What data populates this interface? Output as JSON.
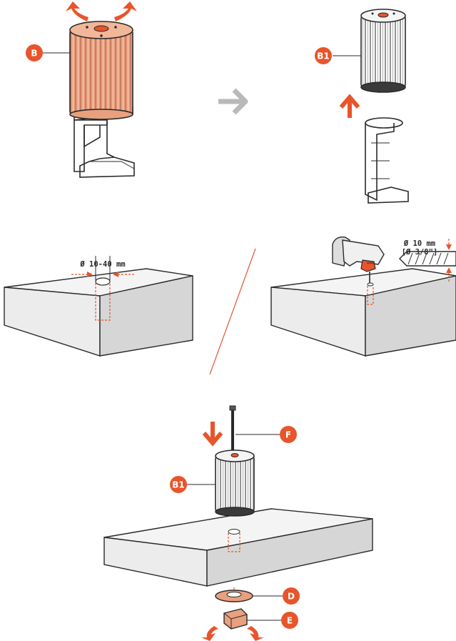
{
  "colors": {
    "accent": "#e8542b",
    "knob_fill": "#e9a07f",
    "knob_ridge": "#b8694a",
    "gray_arrow": "#b9b9b9",
    "slab_top": "#f2f2f2",
    "slab_side": "#d9d9d9",
    "outline": "#2a2a2a"
  },
  "labels": {
    "b": "B",
    "b1_top": "B1",
    "b1_bottom": "B1",
    "f": "F",
    "d": "D",
    "e": "E"
  },
  "dimensions": {
    "hole_range": "Ø 10-40 mm",
    "drill_metric": "Ø 10 mm",
    "drill_imperial": "[Ø 3/8\"]"
  },
  "icons": [
    "rotate-arrows-icon",
    "right-arrow-icon",
    "up-arrow-icon",
    "down-arrow-icon",
    "drill-icon",
    "drill-bit-icon"
  ]
}
